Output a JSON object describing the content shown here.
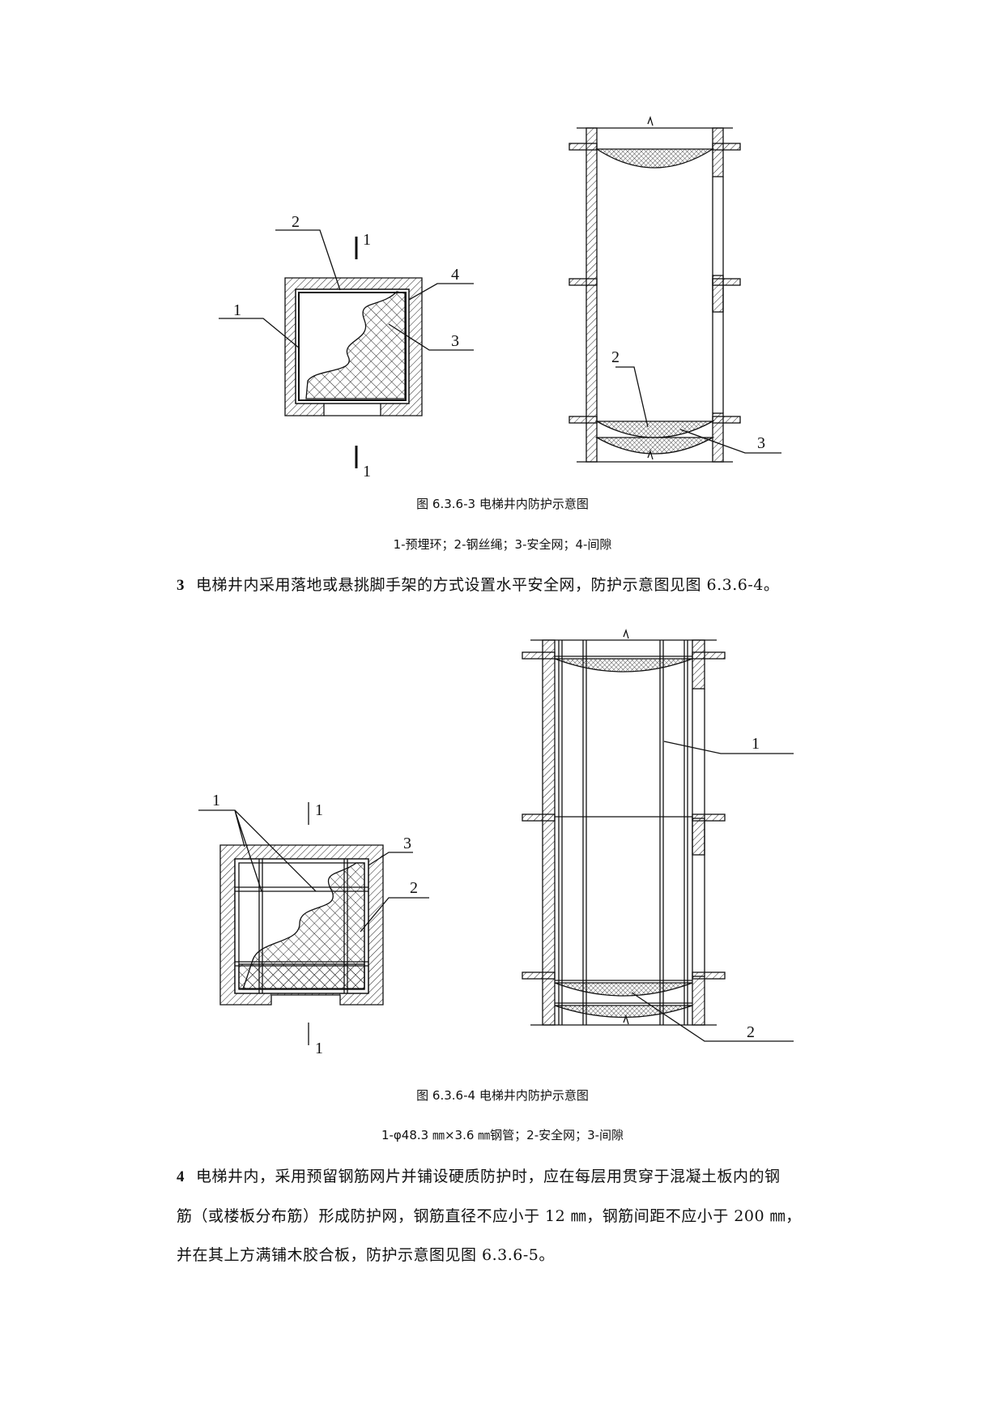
{
  "figure1": {
    "plan_labels": {
      "l1": "1",
      "l2": "2",
      "l3": "3",
      "l4": "4",
      "sec_top": "1",
      "sec_bottom": "1"
    },
    "elev_labels": {
      "l2": "2",
      "l3": "3"
    },
    "caption": "图 6.3.6-3  电梯井内防护示意图",
    "legend": "1-预埋环；2-钢丝绳；3-安全网；4-间隙"
  },
  "para3": {
    "num": "3",
    "text": "电梯井内采用落地或悬挑脚手架的方式设置水平安全网，防护示意图见图 6.3.6-4。"
  },
  "figure2": {
    "plan_labels": {
      "l1": "1",
      "l2": "2",
      "l3": "3",
      "sec_top": "1",
      "sec_bottom": "1"
    },
    "elev_labels": {
      "l1": "1",
      "l2": "2"
    },
    "caption": "图 6.3.6-4  电梯井内防护示意图",
    "legend": "1-φ48.3 ㎜×3.6 ㎜钢管；2-安全网；3-间隙"
  },
  "para4": {
    "num": "4",
    "lines": [
      "电梯井内，采用预留钢筋网片并铺设硬质防护时，应在每层用贯穿于混凝土板内的钢",
      "筋（或楼板分布筋）形成防护网，钢筋直径不应小于 12 ㎜，钢筋间距不应小于 200 ㎜，",
      "并在其上方满铺木胶合板，防护示意图见图 6.3.6-5。"
    ]
  }
}
